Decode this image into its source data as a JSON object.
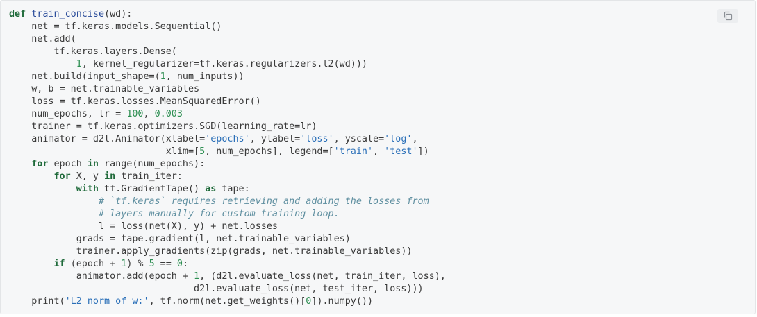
{
  "copy_button": {
    "icon": "copy-icon"
  },
  "colors": {
    "keyword": "#1f6a3a",
    "function_name": "#2a4c9a",
    "string": "#2a6fb8",
    "number": "#2d8f52",
    "comment": "#5f8fa0",
    "plain": "#3a3a3a",
    "background": "#f6f7f8"
  },
  "code_lines": [
    [
      [
        "kw",
        "def"
      ],
      [
        "p",
        " "
      ],
      [
        "fn",
        "train_concise"
      ],
      [
        "p",
        "(wd):"
      ]
    ],
    [
      [
        "p",
        "    net = tf.keras.models.Sequential()"
      ]
    ],
    [
      [
        "p",
        "    net.add("
      ]
    ],
    [
      [
        "p",
        "        tf.keras.layers.Dense("
      ]
    ],
    [
      [
        "p",
        "            "
      ],
      [
        "num",
        "1"
      ],
      [
        "p",
        ", kernel_regularizer=tf.keras.regularizers.l2(wd)))"
      ]
    ],
    [
      [
        "p",
        "    net.build(input_shape=("
      ],
      [
        "num",
        "1"
      ],
      [
        "p",
        ", num_inputs))"
      ]
    ],
    [
      [
        "p",
        "    w, b = net.trainable_variables"
      ]
    ],
    [
      [
        "p",
        "    loss = tf.keras.losses.MeanSquaredError()"
      ]
    ],
    [
      [
        "p",
        "    num_epochs, lr = "
      ],
      [
        "num",
        "100"
      ],
      [
        "p",
        ", "
      ],
      [
        "num",
        "0.003"
      ]
    ],
    [
      [
        "p",
        "    trainer = tf.keras.optimizers.SGD(learning_rate=lr)"
      ]
    ],
    [
      [
        "p",
        "    animator = d2l.Animator(xlabel="
      ],
      [
        "str",
        "'epochs'"
      ],
      [
        "p",
        ", ylabel="
      ],
      [
        "str",
        "'loss'"
      ],
      [
        "p",
        ", yscale="
      ],
      [
        "str",
        "'log'"
      ],
      [
        "p",
        ","
      ]
    ],
    [
      [
        "p",
        "                            xlim=["
      ],
      [
        "num",
        "5"
      ],
      [
        "p",
        ", num_epochs], legend=["
      ],
      [
        "str",
        "'train'"
      ],
      [
        "p",
        ", "
      ],
      [
        "str",
        "'test'"
      ],
      [
        "p",
        "])"
      ]
    ],
    [
      [
        "p",
        "    "
      ],
      [
        "kw",
        "for"
      ],
      [
        "p",
        " epoch "
      ],
      [
        "kw",
        "in"
      ],
      [
        "p",
        " range(num_epochs):"
      ]
    ],
    [
      [
        "p",
        "        "
      ],
      [
        "kw",
        "for"
      ],
      [
        "p",
        " X, y "
      ],
      [
        "kw",
        "in"
      ],
      [
        "p",
        " train_iter:"
      ]
    ],
    [
      [
        "p",
        "            "
      ],
      [
        "kw",
        "with"
      ],
      [
        "p",
        " tf.GradientTape() "
      ],
      [
        "kw",
        "as"
      ],
      [
        "p",
        " tape:"
      ]
    ],
    [
      [
        "p",
        "                "
      ],
      [
        "com",
        "# `tf.keras` requires retrieving and adding the losses from"
      ]
    ],
    [
      [
        "p",
        "                "
      ],
      [
        "com",
        "# layers manually for custom training loop."
      ]
    ],
    [
      [
        "p",
        "                l = loss(net(X), y) + net.losses"
      ]
    ],
    [
      [
        "p",
        "            grads = tape.gradient(l, net.trainable_variables)"
      ]
    ],
    [
      [
        "p",
        "            trainer.apply_gradients(zip(grads, net.trainable_variables))"
      ]
    ],
    [
      [
        "p",
        "        "
      ],
      [
        "kw",
        "if"
      ],
      [
        "p",
        " (epoch + "
      ],
      [
        "num",
        "1"
      ],
      [
        "p",
        ") % "
      ],
      [
        "num",
        "5"
      ],
      [
        "p",
        " == "
      ],
      [
        "num",
        "0"
      ],
      [
        "p",
        ":"
      ]
    ],
    [
      [
        "p",
        "            animator.add(epoch + "
      ],
      [
        "num",
        "1"
      ],
      [
        "p",
        ", (d2l.evaluate_loss(net, train_iter, loss),"
      ]
    ],
    [
      [
        "p",
        "                                 d2l.evaluate_loss(net, test_iter, loss)))"
      ]
    ],
    [
      [
        "p",
        "    print("
      ],
      [
        "str",
        "'L2 norm of w:'"
      ],
      [
        "p",
        ", tf.norm(net.get_weights()["
      ],
      [
        "num",
        "0"
      ],
      [
        "p",
        "]).numpy())"
      ]
    ]
  ]
}
